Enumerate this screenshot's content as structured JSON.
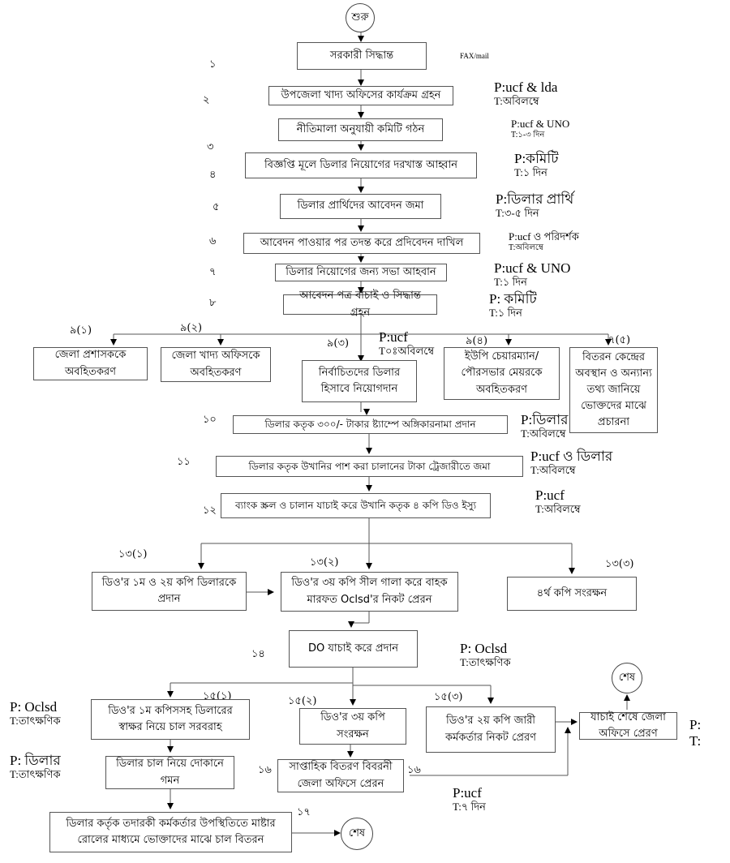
{
  "diagram": {
    "start_label": "শুরু",
    "end_label": "শেষ",
    "fax_note": "FAX/mail",
    "steps": {
      "s1": {
        "num": "১",
        "text": "সরকারী সিদ্ধান্ত"
      },
      "s2": {
        "num": "২",
        "text": "উপজেলা খাদ্য অফিসের কার্যক্রম গ্রহন",
        "p": "P:ucf & lda",
        "t": "T:অবিলম্বে"
      },
      "s3": {
        "num": "৩",
        "text": "নীতিমালা অনুযায়ী কমিটি গঠন",
        "p": "P:ucf & UNO",
        "t": "T:১-৩ দিন"
      },
      "s4": {
        "num": "৪",
        "text": "বিজ্ঞপ্তি মূলে ডিলার নিয়োগের দরখাস্ত আহ্বান",
        "p": "P:কমিটি",
        "t": "T:১ দিন"
      },
      "s5": {
        "num": "৫",
        "text": "ডিলার প্রার্থিদের আবেদন জমা",
        "p": "P:ডিলার প্রার্থি",
        "t": "T:৩-৫ দিন"
      },
      "s6": {
        "num": "৬",
        "text": "আবেদন পাওয়ার পর তদন্ত করে প্রদিবেদন দাখিল",
        "p": "P:ucf ও পরিদর্শক",
        "t": "T:অবিলম্বে"
      },
      "s7": {
        "num": "৭",
        "text": "ডিলার নিয়োগের জন্য সভা আহবান",
        "p": "P:ucf & UNO",
        "t": "T:১ দিন"
      },
      "s8": {
        "num": "৮",
        "text": "আবেদন পত্র বাচাই ও সিদ্ধান্ত গ্রহন",
        "p": "P: কমিটি",
        "t": "T:১ দিন"
      },
      "s9_1": {
        "num": "৯(১)",
        "text": "জেলা প্রশাসককে অবহিতকরণ"
      },
      "s9_2": {
        "num": "৯(২)",
        "text": "জেলা খাদ্য অফিসকে অবহিতকরণ"
      },
      "s9_3": {
        "num": "৯(৩)",
        "text": "নির্বাচিতদের ডিলার হিসাবে নিয়োগদান",
        "p": "P:ucf",
        "t": "T০ঃঅবিলম্বে"
      },
      "s9_4": {
        "num": "৯(৪)",
        "text": "ইউপি চেয়ারম্যান/ পৌরসভার মেয়রকে অবহিতকরণ"
      },
      "s9_5": {
        "num": "৭(৫)",
        "text": "বিতরন কেন্দ্রের অবস্থান ও অন্যান্য তথ্য জানিয়ে ভোক্তদের মাঝে প্রচারনা"
      },
      "s10": {
        "num": "১০",
        "text": "ডিলার কতৃক ৩০০/- টাকার ষ্ট্যাম্পে অঙ্গিকারনামা প্রদান",
        "p": "P:ডিলার",
        "t": "T:অবিলম্বে"
      },
      "s11": {
        "num": "১১",
        "text": "ডিলার কতৃক উখানির পাশ করা চালানের টাকা ট্রেজারীতে জমা",
        "p": "P:ucf ও ডিলার",
        "t": "T:অবিলম্বে"
      },
      "s12": {
        "num": "১২",
        "text": "ব্যাংক স্ক্রল ও চালান যাচাই করে উখানি কতৃক ৪ কপি ডিও ইস্যু",
        "p": "P:ucf",
        "t": "T:অবিলম্বে"
      },
      "s13_1": {
        "num": "১৩(১)",
        "text": "ডিও'র ১ম ও ২য় কপি ডিলারকে প্রদান"
      },
      "s13_2": {
        "num": "১৩(২)",
        "text_a": "ডিও'র ৩য় কপি সীল গালা করে বাহক",
        "text_b": "মারফত Oclsd'র নিকট প্রেরন"
      },
      "s13_3": {
        "num": "১৩(৩)",
        "text": "৪র্থ কপি সংরক্ষন"
      },
      "s14": {
        "num": "১৪",
        "text": "DO যাচাই করে প্রদান",
        "p": "P: Oclsd",
        "t": "T:তাৎক্ষণিক"
      },
      "s15_1": {
        "num": "১৫(১)",
        "text": "ডিও'র ১ম কপিসসহ ডিলারের স্বাক্ষর নিয়ে চাল সরবরাহ",
        "p": "P: Oclsd",
        "t": "T:তাৎক্ষণিক"
      },
      "s15_2": {
        "num": "১৫(২)",
        "text": "ডিও'র ৩য় কপি সংরক্ষন"
      },
      "s15_3": {
        "num": "১৫(৩)",
        "text": "ডিও'র ২য় কপি জারী কর্মকর্তার নিকট প্রেরণ"
      },
      "s15_final": {
        "text": "যাচাই শেষে জেলা অফিসে প্রেরণ",
        "p": "P:",
        "t": "T:"
      },
      "s16_shop": {
        "text": "ডিলার চাল নিয়ে দোকানে গমন",
        "p": "P: ডিলার",
        "t": "T:তাৎক্ষণিক"
      },
      "s16": {
        "num": "১৬",
        "num2": "১৬",
        "text": "সাপ্তাহিক বিতরণ বিবরনী জেলা অফিসে প্রেরন",
        "p": "P:ucf",
        "t": "T:৭ দিন"
      },
      "s17": {
        "num": "১৭",
        "text": "ডিলার কর্তৃক তদারকী কর্মকর্তার উপস্থিতিতে মাষ্টার রোলের মাধ্যমে ভোক্তাদের মাঝে চাল বিতরন"
      }
    }
  }
}
